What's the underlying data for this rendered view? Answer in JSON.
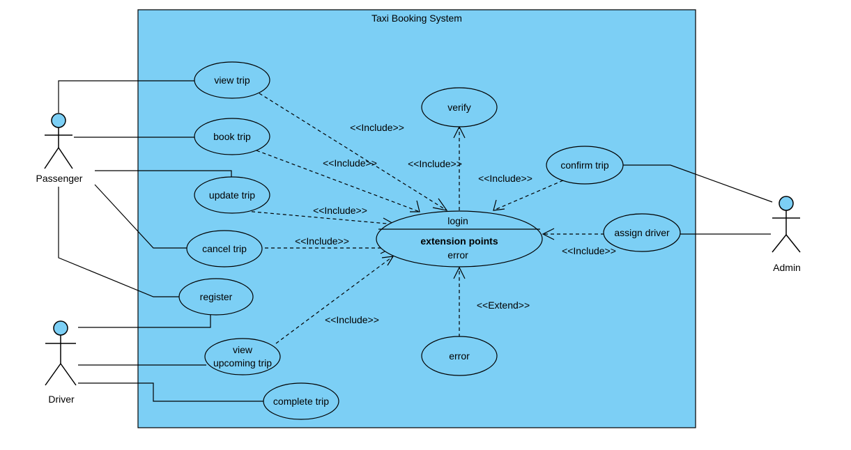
{
  "system": {
    "title": "Taxi Booking System",
    "fill": "#7ccff5"
  },
  "actors": {
    "passenger": "Passenger",
    "driver": "Driver",
    "admin": "Admin"
  },
  "use_cases": {
    "view_trip": "view trip",
    "book_trip": "book trip",
    "update_trip": "update trip",
    "cancel_trip": "cancel trip",
    "register": "register",
    "view_upcoming_trip_line1": "view",
    "view_upcoming_trip_line2": "upcoming trip",
    "complete_trip": "complete trip",
    "verify": "verify",
    "confirm_trip": "confirm trip",
    "assign_driver": "assign driver",
    "error": "error",
    "login": {
      "name": "login",
      "compartment_title": "extension points",
      "extension_point": "error"
    }
  },
  "relationships": {
    "include_view_trip": "<<Include>>",
    "include_book_trip": "<<Include>>",
    "include_verify": "<<Include>>",
    "include_confirm_trip": "<<Include>>",
    "include_update_trip": "<<Include>>",
    "include_cancel_trip": "<<Include>>",
    "include_assign_driver": "<<Include>>",
    "include_view_upcoming": "<<Include>>",
    "extend_error": "<<Extend>>"
  }
}
